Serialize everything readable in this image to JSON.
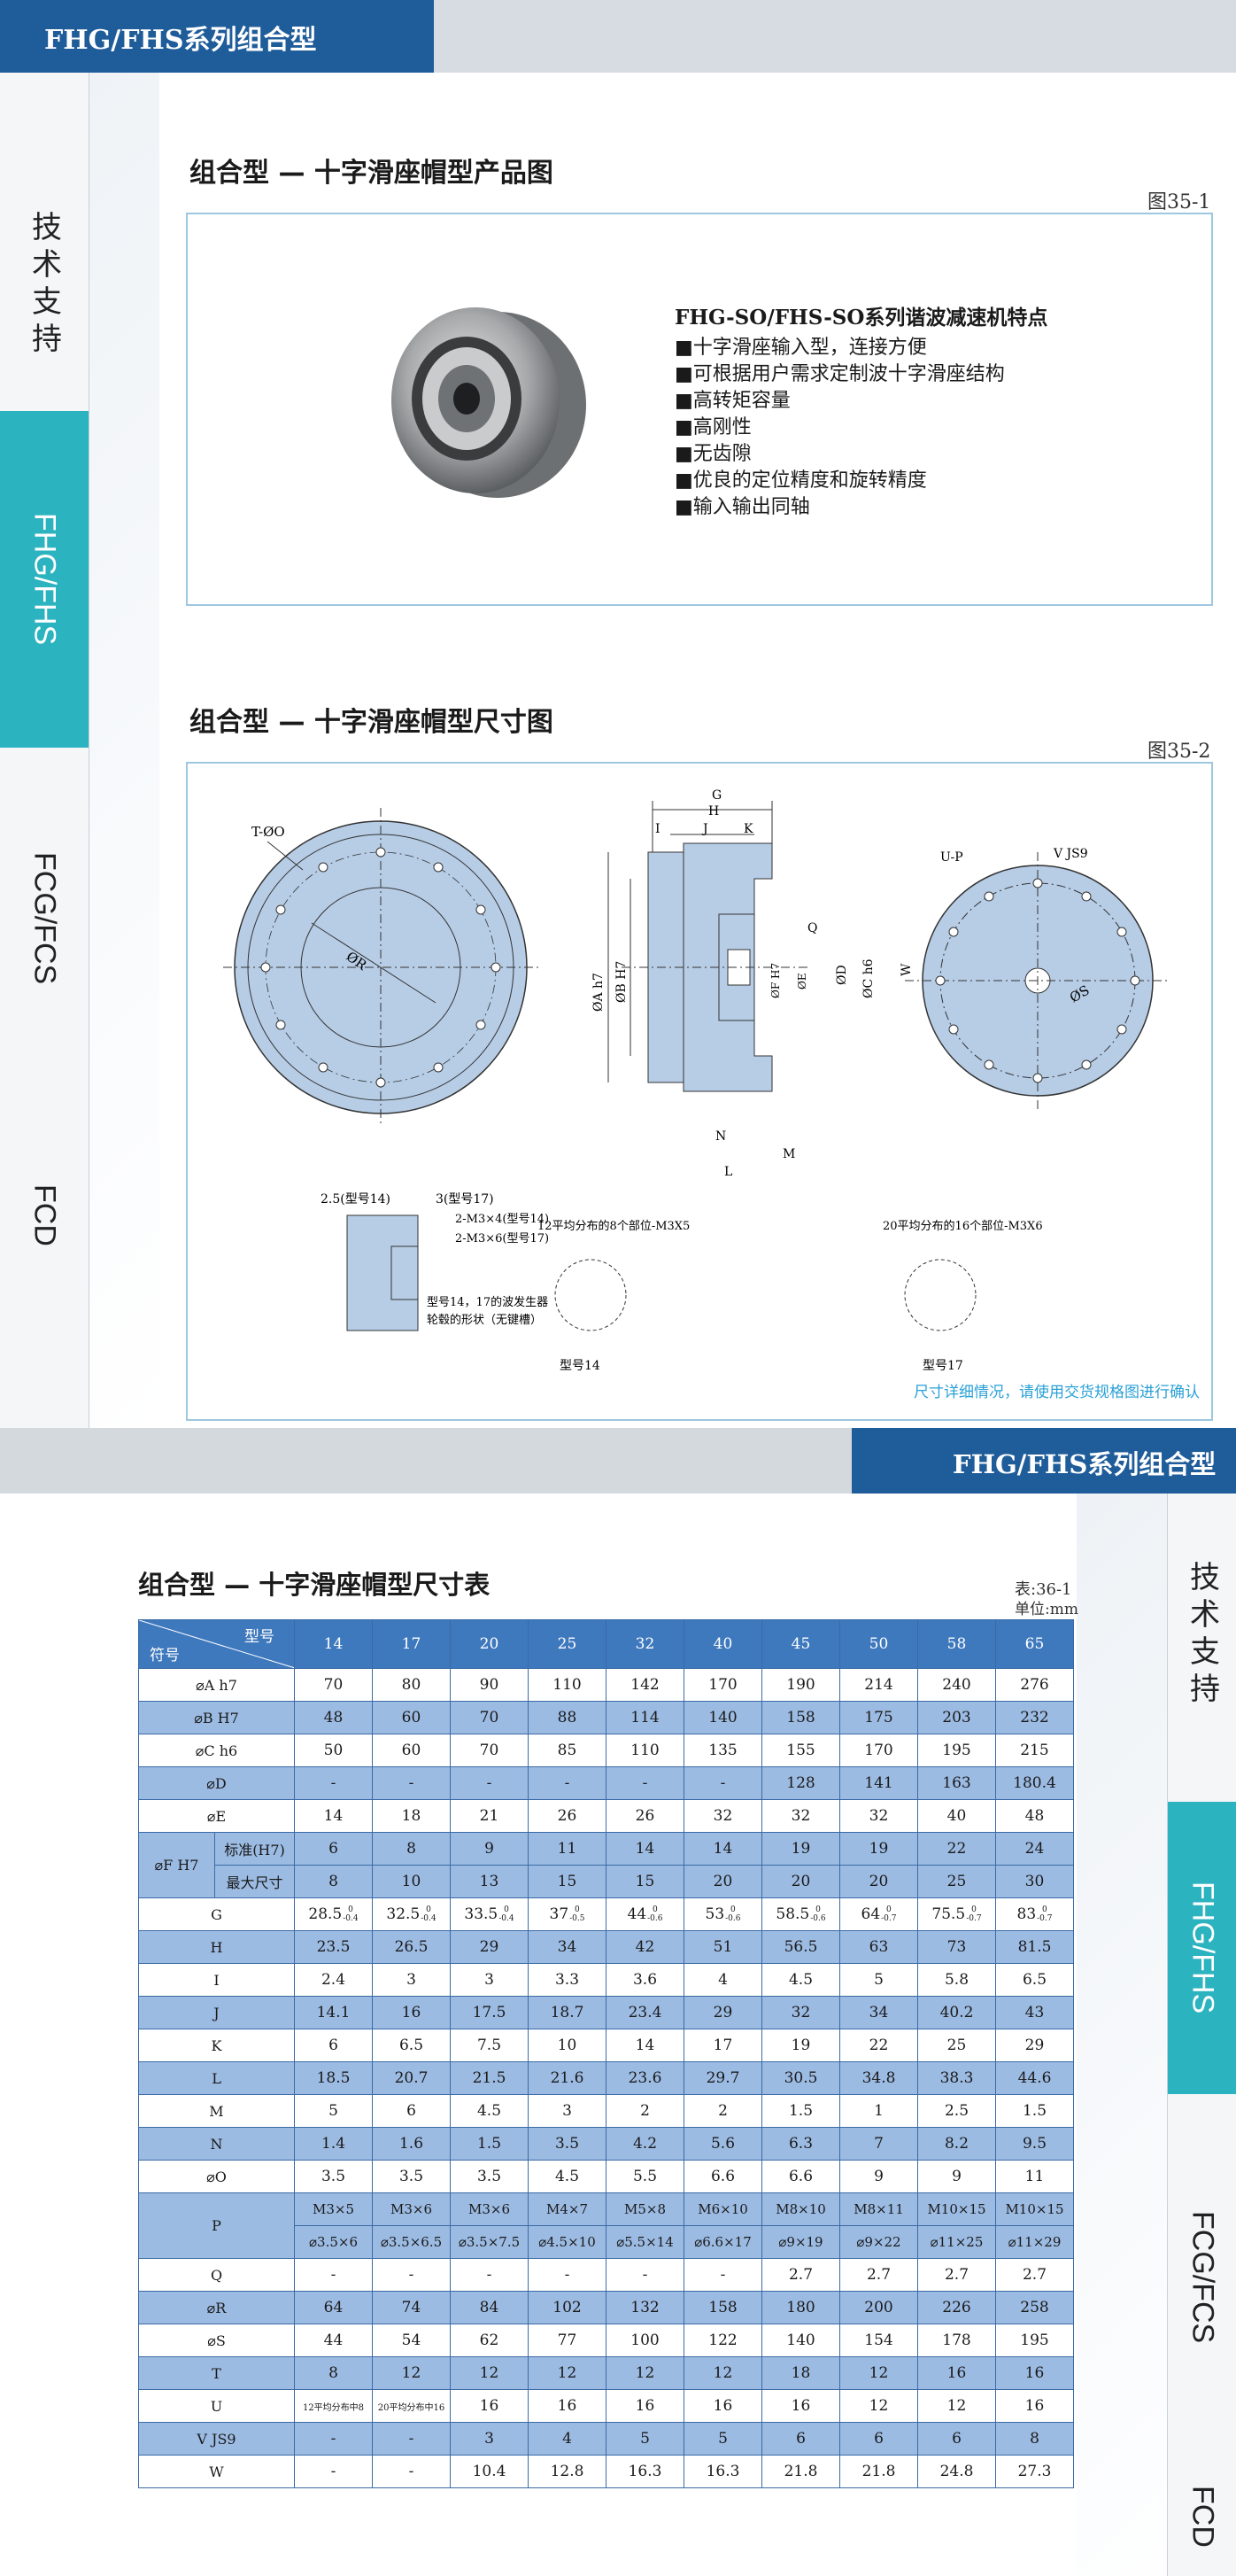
{
  "page1": {
    "header_title": "FHG/FHS系列组合型",
    "side_tabs": [
      "技术支持",
      "FHG/FHS",
      "FCG/FCS",
      "FCD"
    ],
    "section1_title": "组合型 — 十字滑座帽型产品图",
    "fig1_no": "图35-1",
    "features_title": "FHG-SO/FHS-SO系列谐波减速机特点",
    "features": [
      "■十字滑座输入型，连接方便",
      "■可根据用户需求定制波十字滑座结构",
      "■高转矩容量",
      "■高刚性",
      "■无齿隙",
      "■优良的定位精度和旋转精度",
      "■输入输出同轴"
    ],
    "section2_title": "组合型 — 十字滑座帽型尺寸图",
    "fig2_no": "图35-2",
    "dim_labels": {
      "t_o": "T-ØO",
      "r": "ØR",
      "g": "G",
      "h": "H",
      "i": "I",
      "j": "J",
      "k": "K",
      "a": "ØA h7",
      "b": "ØB H7",
      "f": "ØF H7",
      "e": "ØE",
      "d": "ØD",
      "c": "ØC h6",
      "q": "Q",
      "n": "N",
      "m": "M",
      "l": "L",
      "up": "U-P",
      "vjs9": "V JS9",
      "w": "W",
      "s": "ØS"
    },
    "detail_labels": {
      "t14": "2.5(型号14)",
      "t17": "3(型号17)",
      "m14": "2-M3×4(型号14)",
      "m17": "2-M3×6(型号17)",
      "note1": "型号14，17的波发生器",
      "note2": "轮毂的形状（无键槽）",
      "pattern14": "12平均分布的8个部位-M3X5",
      "pattern17": "20平均分布的16个部位-M3X6",
      "model14": "型号14",
      "model17": "型号17",
      "confirm": "尺寸详细情况，请使用交货规格图进行确认"
    }
  },
  "page2": {
    "header_title": "FHG/FHS系列组合型",
    "side_tabs": [
      "技术支持",
      "FHG/FHS",
      "FCG/FCS",
      "FCD"
    ],
    "table_title": "组合型 — 十字滑座帽型尺寸表",
    "table_no": "表:36-1",
    "unit": "单位:mm",
    "header_model": "型号",
    "header_symbol": "符号",
    "models": [
      "14",
      "17",
      "20",
      "25",
      "32",
      "40",
      "45",
      "50",
      "58",
      "65"
    ],
    "rows": [
      {
        "label": "⌀A h7",
        "values": [
          "70",
          "80",
          "90",
          "110",
          "142",
          "170",
          "190",
          "214",
          "240",
          "276"
        ]
      },
      {
        "label": "⌀B H7",
        "values": [
          "48",
          "60",
          "70",
          "88",
          "114",
          "140",
          "158",
          "175",
          "203",
          "232"
        ]
      },
      {
        "label": "⌀C h6",
        "values": [
          "50",
          "60",
          "70",
          "85",
          "110",
          "135",
          "155",
          "170",
          "195",
          "215"
        ]
      },
      {
        "label": "⌀D",
        "values": [
          "-",
          "-",
          "-",
          "-",
          "-",
          "-",
          "128",
          "141",
          "163",
          "180.4"
        ]
      },
      {
        "label": "⌀E",
        "values": [
          "14",
          "18",
          "21",
          "26",
          "26",
          "32",
          "32",
          "32",
          "40",
          "48"
        ]
      },
      {
        "label": "标准(H7)",
        "values": [
          "6",
          "8",
          "9",
          "11",
          "14",
          "14",
          "19",
          "19",
          "22",
          "24"
        ]
      },
      {
        "label": "最大尺寸",
        "values": [
          "8",
          "10",
          "13",
          "15",
          "15",
          "20",
          "20",
          "20",
          "25",
          "30"
        ]
      },
      {
        "label": "G",
        "values": [
          "28.5",
          "32.5",
          "33.5",
          "37",
          "44",
          "53",
          "58.5",
          "64",
          "75.5",
          "83"
        ]
      },
      {
        "label": "H",
        "values": [
          "23.5",
          "26.5",
          "29",
          "34",
          "42",
          "51",
          "56.5",
          "63",
          "73",
          "81.5"
        ]
      },
      {
        "label": "I",
        "values": [
          "2.4",
          "3",
          "3",
          "3.3",
          "3.6",
          "4",
          "4.5",
          "5",
          "5.8",
          "6.5"
        ]
      },
      {
        "label": "J",
        "values": [
          "14.1",
          "16",
          "17.5",
          "18.7",
          "23.4",
          "29",
          "32",
          "34",
          "40.2",
          "43"
        ]
      },
      {
        "label": "K",
        "values": [
          "6",
          "6.5",
          "7.5",
          "10",
          "14",
          "17",
          "19",
          "22",
          "25",
          "29"
        ]
      },
      {
        "label": "L",
        "values": [
          "18.5",
          "20.7",
          "21.5",
          "21.6",
          "23.6",
          "29.7",
          "30.5",
          "34.8",
          "38.3",
          "44.6"
        ]
      },
      {
        "label": "M",
        "values": [
          "5",
          "6",
          "4.5",
          "3",
          "2",
          "2",
          "1.5",
          "1",
          "2.5",
          "1.5"
        ]
      },
      {
        "label": "N",
        "values": [
          "1.4",
          "1.6",
          "1.5",
          "3.5",
          "4.2",
          "5.6",
          "6.3",
          "7",
          "8.2",
          "9.5"
        ]
      },
      {
        "label": "⌀O",
        "values": [
          "3.5",
          "3.5",
          "3.5",
          "4.5",
          "5.5",
          "6.6",
          "6.6",
          "9",
          "9",
          "11"
        ]
      },
      {
        "label": "P",
        "values": [
          "M3×5",
          "M3×6",
          "M3×6",
          "M4×7",
          "M5×8",
          "M6×10",
          "M8×10",
          "M8×11",
          "M10×15",
          "M10×15"
        ]
      },
      {
        "label": "P2",
        "values": [
          "⌀3.5×6",
          "⌀3.5×6.5",
          "⌀3.5×7.5",
          "⌀4.5×10",
          "⌀5.5×14",
          "⌀6.6×17",
          "⌀9×19",
          "⌀9×22",
          "⌀11×25",
          "⌀11×29"
        ]
      },
      {
        "label": "Q",
        "values": [
          "-",
          "-",
          "-",
          "-",
          "-",
          "-",
          "2.7",
          "2.7",
          "2.7",
          "2.7"
        ]
      },
      {
        "label": "⌀R",
        "values": [
          "64",
          "74",
          "84",
          "102",
          "132",
          "158",
          "180",
          "200",
          "226",
          "258"
        ]
      },
      {
        "label": "⌀S",
        "values": [
          "44",
          "54",
          "62",
          "77",
          "100",
          "122",
          "140",
          "154",
          "178",
          "195"
        ]
      },
      {
        "label": "T",
        "values": [
          "8",
          "12",
          "12",
          "12",
          "12",
          "12",
          "18",
          "12",
          "16",
          "16"
        ]
      },
      {
        "label": "U",
        "values": [
          "12平均分布中8",
          "20平均分布中16",
          "16",
          "16",
          "16",
          "16",
          "16",
          "12",
          "12",
          "16"
        ]
      },
      {
        "label": "V JS9",
        "values": [
          "-",
          "-",
          "3",
          "4",
          "5",
          "5",
          "6",
          "6",
          "6",
          "8"
        ]
      },
      {
        "label": "W",
        "values": [
          "-",
          "-",
          "10.4",
          "12.8",
          "16.3",
          "16.3",
          "21.8",
          "21.8",
          "24.8",
          "27.3"
        ]
      }
    ],
    "f_group_label": "⌀F H7",
    "g_tol_upper": "0",
    "g_tol_lower": [
      "-0.4",
      "-0.4",
      "-0.4",
      "-0.5",
      "-0.6",
      "-0.6",
      "-0.6",
      "-0.7",
      "-0.7",
      "-0.7"
    ]
  },
  "colors": {
    "brand_blue": "#1f5c9a",
    "accent_teal": "#2bb3c0",
    "table_header": "#3e78bd",
    "table_shade": "#9cbbe3"
  }
}
